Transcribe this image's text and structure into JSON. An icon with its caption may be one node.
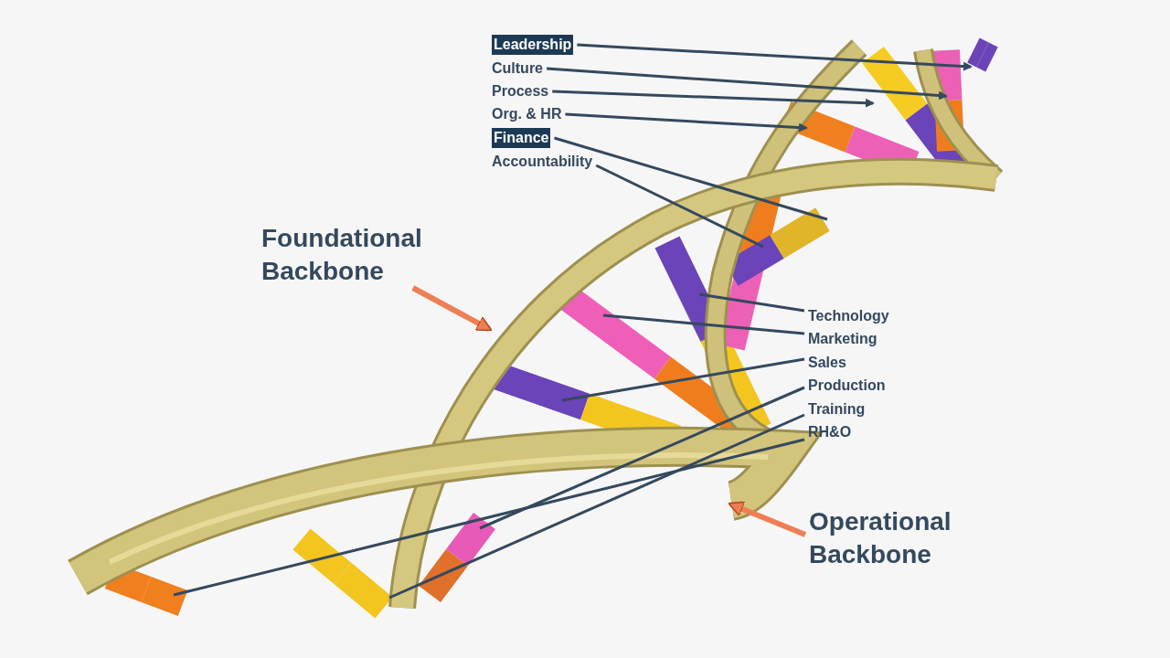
{
  "diagram": {
    "nodes": [
      {
        "text": [
          "Leadership"
        ]
      },
      {
        "text": [
          "Culture"
        ]
      },
      {
        "text": [
          "Process"
        ]
      },
      {
        "text": [
          "Org. & HR"
        ]
      },
      {
        "text": [
          "Finance"
        ]
      },
      {
        "text": [
          "Accountability"
        ]
      },
      {
        "text": [
          "Foundational Backbone"
        ]
      },
      {
        "text": [
          "Technology"
        ]
      },
      {
        "text": [
          "Marketing"
        ]
      },
      {
        "text": [
          "Sales"
        ]
      },
      {
        "text": [
          "Production"
        ]
      },
      {
        "text": [
          "Training"
        ]
      },
      {
        "text": [
          "RH&O"
        ]
      },
      {
        "text": [
          "Operational Backbone"
        ]
      }
    ],
    "edges": [
      {
        "from": 0,
        "to": null,
        "arrow": "to"
      },
      {
        "from": 1,
        "to": null,
        "arrow": "to"
      },
      {
        "from": 2,
        "to": null,
        "arrow": "to"
      },
      {
        "from": 3,
        "to": null,
        "arrow": "to"
      },
      {
        "from": 4,
        "to": null,
        "arrow": "none"
      },
      {
        "from": 5,
        "to": null,
        "arrow": "none"
      },
      {
        "from": 6,
        "to": null,
        "arrow": "to",
        "style": "thick",
        "color": "#ee7f55"
      },
      {
        "from": 7,
        "to": null,
        "arrow": "none"
      },
      {
        "from": 8,
        "to": null,
        "arrow": "none"
      },
      {
        "from": 9,
        "to": null,
        "arrow": "none"
      },
      {
        "from": 10,
        "to": null,
        "arrow": "none"
      },
      {
        "from": 11,
        "to": null,
        "arrow": "none"
      },
      {
        "from": 12,
        "to": null,
        "arrow": "none"
      },
      {
        "from": 13,
        "to": null,
        "arrow": "to",
        "style": "thick",
        "color": "#ee7f55"
      }
    ]
  }
}
